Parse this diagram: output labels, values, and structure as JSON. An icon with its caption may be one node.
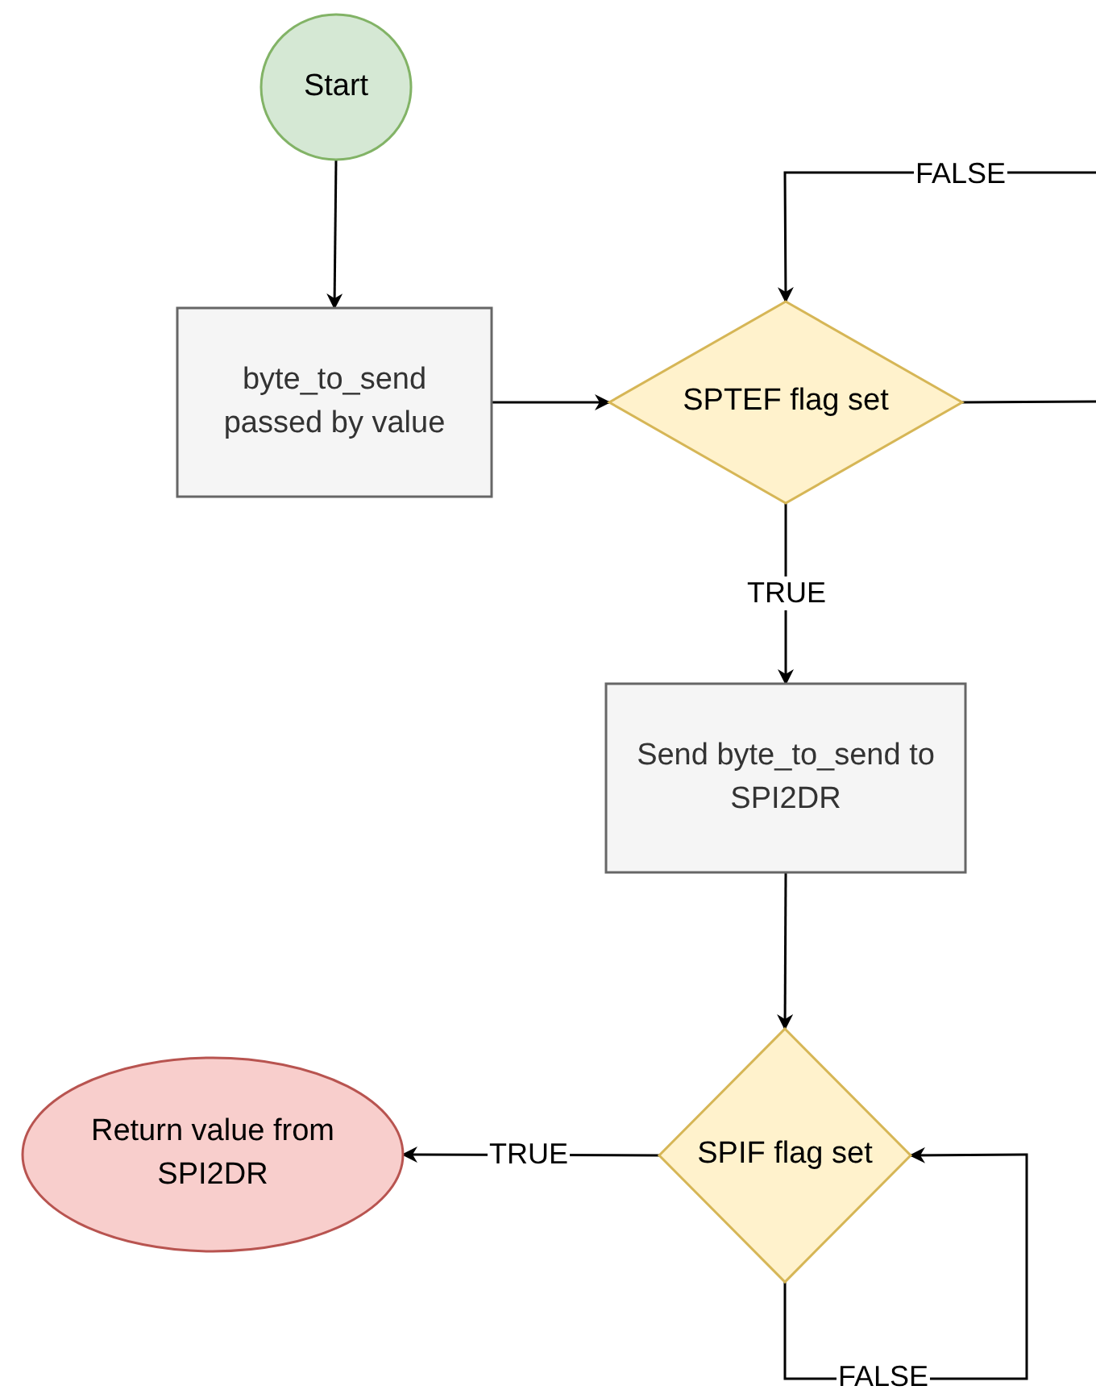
{
  "diagram": {
    "nodes": [
      {
        "text": [
          "Start"
        ]
      },
      {
        "text": [
          "byte_to_send passed by value"
        ]
      },
      {
        "text": [
          "SPTEF flag set"
        ]
      },
      {
        "text": [
          "Send byte_to_send to SPI2DR"
        ]
      },
      {
        "text": [
          "SPIF flag set"
        ]
      },
      {
        "text": [
          "Return value from SPI2DR"
        ]
      }
    ],
    "edges": [
      {
        "from": 0,
        "to": 1,
        "arrow": "to"
      },
      {
        "from": 1,
        "to": 2,
        "arrow": "to"
      },
      {
        "from": 2,
        "to": 2,
        "label": "FALSE",
        "arrow": "to"
      },
      {
        "from": 2,
        "to": 3,
        "label": "TRUE",
        "arrow": "to"
      },
      {
        "from": 3,
        "to": 4,
        "arrow": "to"
      },
      {
        "from": 4,
        "to": 5,
        "label": "TRUE",
        "arrow": "to"
      },
      {
        "from": 4,
        "to": 4,
        "label": "FALSE",
        "arrow": "to"
      }
    ]
  }
}
